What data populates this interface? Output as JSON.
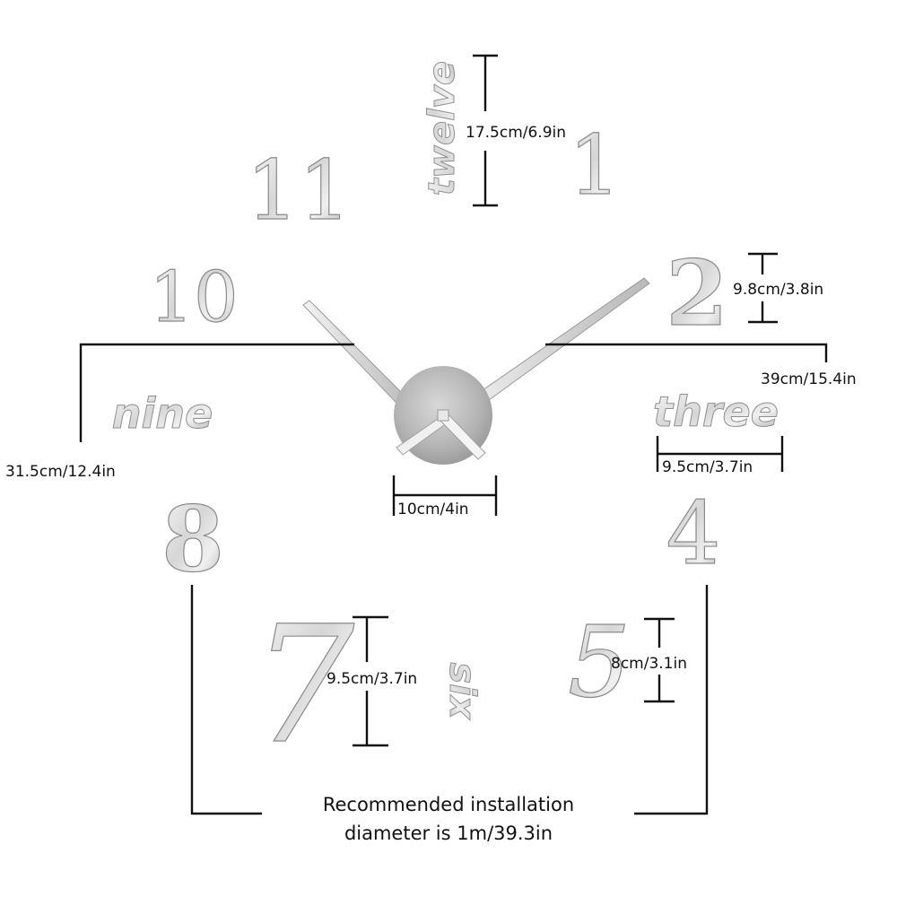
{
  "numerals": {
    "n1": "1",
    "n2": "2",
    "n4": "4",
    "n5": "5",
    "n7": "7",
    "n8": "8",
    "n10": "10",
    "n11": "11"
  },
  "words": {
    "twelve": "twelve",
    "three": "three",
    "six": "six",
    "nine": "nine"
  },
  "dimensions": {
    "twelve_height": "17.5cm/6.9in",
    "two_height": "9.8cm/3.8in",
    "hand_span": "39cm/15.4in",
    "left_hand_span": "31.5cm/12.4in",
    "three_width": "9.5cm/3.7in",
    "center_width": "10cm/4in",
    "seven_height": "9.5cm/3.7in",
    "five_height": "8cm/3.1in"
  },
  "note": {
    "line1": "Recommended installation",
    "line2": "diameter is 1m/39.3in"
  },
  "colors": {
    "silver_light": "#f4f4f4",
    "silver_mid": "#cfcfcf",
    "silver_dark": "#9a9a9a",
    "line": "#111111"
  }
}
